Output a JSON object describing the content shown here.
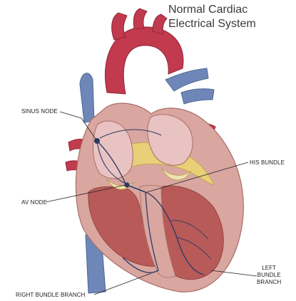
{
  "title": {
    "line1": "Normal Cardiac",
    "line2": "Electrical System"
  },
  "labels": {
    "sinus_node": "SINUS NODE",
    "his_bundle": "HIS BUNDLE",
    "av_node": "AV NODE",
    "left_bundle_branch": [
      "LEFT",
      "BUNDLE",
      "BRANCH"
    ],
    "right_bundle_branch": "RIGHT BUNDLE BRANCH"
  },
  "colors": {
    "aorta": "#c23a4e",
    "vena_cava": "#6f87b8",
    "pulmonary": "#d9879a",
    "myocardium": "#d9a7a0",
    "muscle_inner": "#b85a58",
    "fat_tissue": "#e8cf78",
    "conduction_path": "#2a3b66",
    "leader_line": "#222222"
  }
}
